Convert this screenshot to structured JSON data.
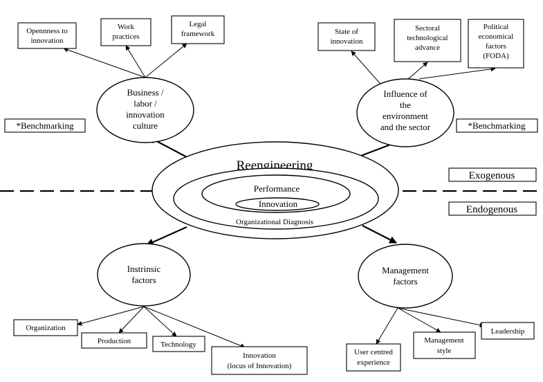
{
  "center": {
    "title": "Reengineering",
    "performance": "Performance",
    "innovation": "Innovation",
    "diagnosis": "Organizational Diagnosis"
  },
  "zones": {
    "exogenous": "Exogenous",
    "endogenous": "Endogenous"
  },
  "benchmark_left": "*Benchmarking",
  "benchmark_right": "*Benchmarking",
  "culture": {
    "label": [
      "Business /",
      "labor /",
      "innovation",
      "culture"
    ],
    "items": [
      [
        "Opennness to",
        "innovation"
      ],
      [
        "Work",
        "practices"
      ],
      [
        "Legal",
        "framework"
      ]
    ]
  },
  "environment": {
    "label": [
      "Influence of",
      "the",
      "environment",
      "and the sector"
    ],
    "items": [
      [
        "State of",
        "innovation"
      ],
      [
        "Sectoral",
        "technological",
        "advance"
      ],
      [
        "Political",
        "economical",
        "factors",
        "(FODA)"
      ]
    ]
  },
  "intrinsic": {
    "label": [
      "Instrinsic",
      "factors"
    ],
    "items": [
      [
        "Organization"
      ],
      [
        "Production"
      ],
      [
        "Technology"
      ],
      [
        "Innovation",
        "(locus of Innovation)"
      ]
    ]
  },
  "management": {
    "label": [
      "Management",
      "factors"
    ],
    "items": [
      [
        "User centred",
        "experience"
      ],
      [
        "Management",
        "style"
      ],
      [
        "Leadership"
      ]
    ]
  }
}
